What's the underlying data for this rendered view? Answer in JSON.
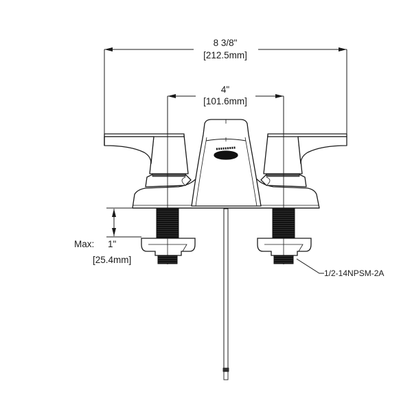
{
  "diagram": {
    "type": "technical-dimension-drawing",
    "subject": "two-handle centerset bathroom faucet with pop-up rod",
    "colors": {
      "line": "#1a1a1a",
      "thread": "#111111",
      "background": "#ffffff"
    },
    "dimensions": {
      "overall_width": {
        "imperial": "8 3/8\"",
        "metric": "[212.5mm]"
      },
      "center_spread": {
        "imperial": "4\"",
        "metric": "[101.6mm]"
      },
      "max_deck_thickness": {
        "prefix": "Max:",
        "imperial": "1\"",
        "metric": "[25.4mm]"
      }
    },
    "callouts": {
      "thread_spec": "1/2-14NPSM-2A"
    }
  }
}
